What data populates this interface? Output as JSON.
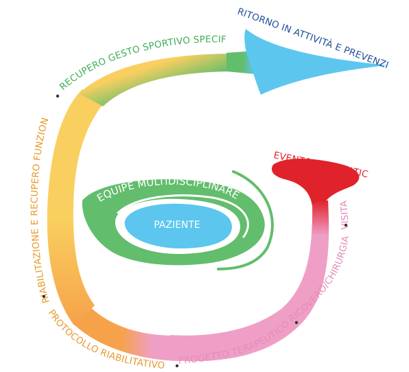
{
  "labels": {
    "return_to_activity": "RITORNO IN ATTIVITÀ E PREVENZIONE",
    "sport_gesture": "RECUPERO GESTO SPORTIVO SPECIFICO",
    "rehab": "RIABILITAZIONE E RECUPERO FUNZIONALE",
    "rehab_protocol": "PROTOCOLLO RIABILITATIVO",
    "therapy_project": "PROGETTO TERAPEUTICO",
    "hospitalization": "RICOVERO/CHIRURGIA",
    "visit": "VISITA",
    "traumatic_event": "EVENTO TRAUMATICO",
    "team": "EQUIPE MULTIDISCIPLINARE",
    "patient": "PAZIENTE"
  },
  "colors": {
    "red": "#e0232b",
    "pink": "#ef9fc6",
    "orange": "#f6a24a",
    "yellow": "#f9cf5f",
    "green": "#62bd6c",
    "blue": "#5cc6ef",
    "navy": "#1f4e9a",
    "rehab_text": "#e79a2d",
    "green_text": "#3fae57"
  }
}
